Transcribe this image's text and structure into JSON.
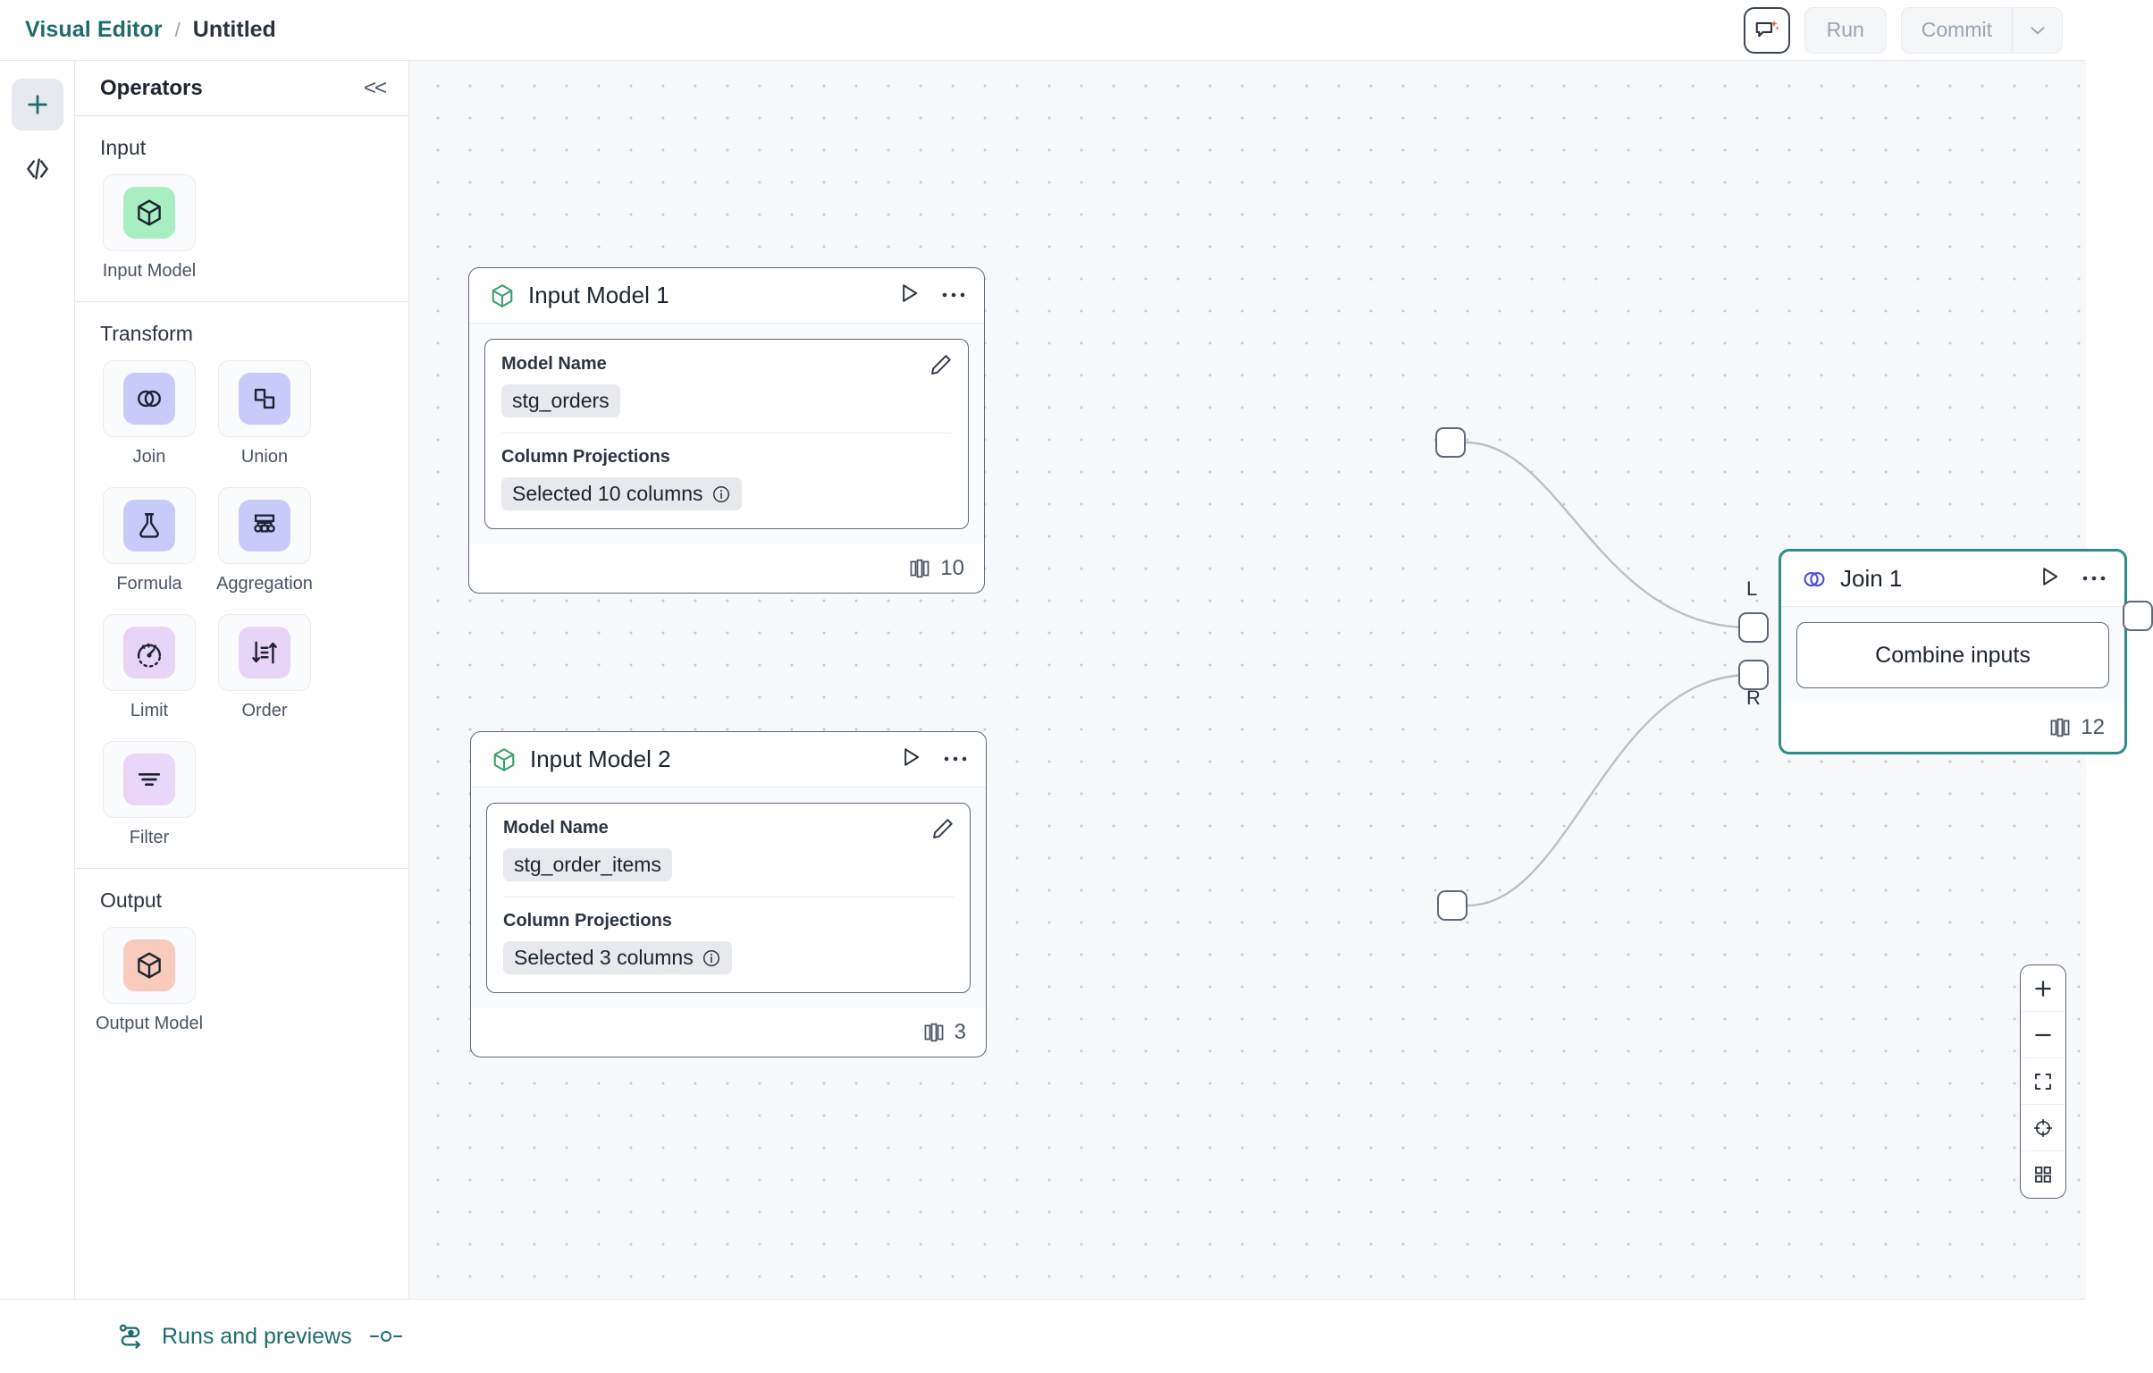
{
  "header": {
    "breadcrumb_root": "Visual Editor",
    "breadcrumb_separator": "/",
    "breadcrumb_current": "Untitled",
    "ai_icon": "ai-chat-icon",
    "run_label": "Run",
    "commit_label": "Commit",
    "commit_chevron_icon": "chevron-down-icon",
    "accent_teal": "#1f6b6b",
    "muted_text": "#9aa4b0"
  },
  "rail": {
    "items": [
      {
        "name": "add",
        "icon": "plus-icon",
        "active": true
      },
      {
        "name": "code",
        "icon": "code-brackets-icon",
        "active": false
      }
    ]
  },
  "panel": {
    "title": "Operators",
    "collapse_icon": "double-chevron-left-icon",
    "collapse_label": "<<",
    "sections": [
      {
        "title": "Input",
        "operators": [
          {
            "label": "Input Model",
            "icon": "cube-icon",
            "bg": "#a9eec3"
          }
        ]
      },
      {
        "title": "Transform",
        "operators": [
          {
            "label": "Join",
            "icon": "venn-icon",
            "bg": "#c7cbf9"
          },
          {
            "label": "Union",
            "icon": "union-shapes-icon",
            "bg": "#c7cbf9"
          },
          {
            "label": "Formula",
            "icon": "flask-icon",
            "bg": "#c7cbf9"
          },
          {
            "label": "Aggregation",
            "icon": "hierarchy-icon",
            "bg": "#c7cbf9"
          },
          {
            "label": "Limit",
            "icon": "gauge-icon",
            "bg": "#e8d4f7"
          },
          {
            "label": "Order",
            "icon": "sort-arrows-icon",
            "bg": "#e8d4f7"
          },
          {
            "label": "Filter",
            "icon": "filter-lines-icon",
            "bg": "#e9d6f8"
          }
        ]
      },
      {
        "title": "Output",
        "operators": [
          {
            "label": "Output Model",
            "icon": "cube-icon",
            "bg": "#f8cbbd"
          }
        ]
      }
    ]
  },
  "canvas": {
    "nodes": [
      {
        "id": "input-model-1",
        "title": "Input Model 1",
        "icon": "cube-icon",
        "icon_color": "#3f9e6a",
        "selected": false,
        "run_icon": "play-icon",
        "more_icon": "ellipsis-icon",
        "edit_icon": "pencil-icon",
        "fields": {
          "model_name_label": "Model Name",
          "model_name_value": "stg_orders",
          "projections_label": "Column Projections",
          "projections_value": "Selected 10 columns",
          "projections_info_icon": "info-icon"
        },
        "footer": {
          "columns_icon": "columns-icon",
          "count": "10"
        }
      },
      {
        "id": "input-model-2",
        "title": "Input Model 2",
        "icon": "cube-icon",
        "icon_color": "#3f9e6a",
        "selected": false,
        "run_icon": "play-icon",
        "more_icon": "ellipsis-icon",
        "edit_icon": "pencil-icon",
        "fields": {
          "model_name_label": "Model Name",
          "model_name_value": "stg_order_items",
          "projections_label": "Column Projections",
          "projections_value": "Selected 3 columns",
          "projections_info_icon": "info-icon"
        },
        "footer": {
          "columns_icon": "columns-icon",
          "count": "3"
        }
      },
      {
        "id": "join-1",
        "title": "Join 1",
        "icon": "venn-icon",
        "icon_color": "#4c4cd6",
        "selected": true,
        "selected_border_color": "#2e8b86",
        "run_icon": "play-icon",
        "more_icon": "ellipsis-icon",
        "combine_label": "Combine inputs",
        "port_left_label": "L",
        "port_right_label": "R",
        "footer": {
          "columns_icon": "columns-icon",
          "count": "12"
        }
      }
    ]
  },
  "zoom_controls": {
    "items": [
      {
        "name": "zoom-in",
        "icon": "plus-icon"
      },
      {
        "name": "zoom-out",
        "icon": "minus-icon"
      },
      {
        "name": "fit-view",
        "icon": "fit-screen-icon"
      },
      {
        "name": "center-view",
        "icon": "crosshair-icon"
      },
      {
        "name": "toggle-grid",
        "icon": "grid-icon"
      }
    ]
  },
  "bottombar": {
    "runs_label": "Runs and previews",
    "runs_icon": "pipeline-icon",
    "handle_icon": "slider-handle-icon"
  }
}
